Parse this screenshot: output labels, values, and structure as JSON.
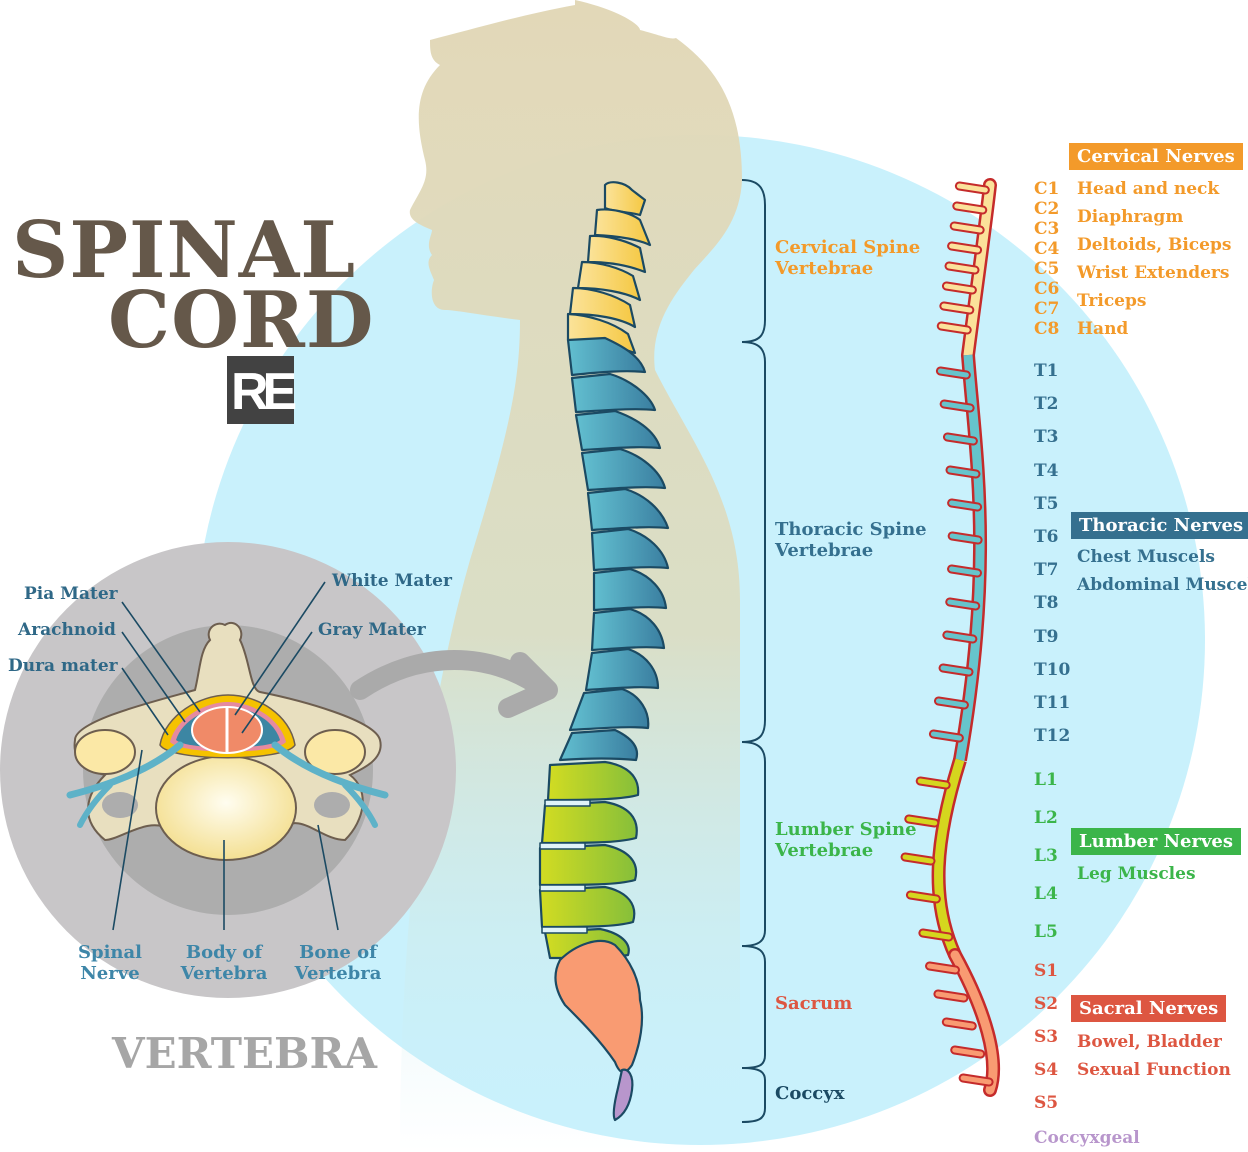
{
  "title": {
    "line1": "SPINAL",
    "line2": "CORD",
    "logo": "RE"
  },
  "vertebra_inset": {
    "title": "VERTEBRA",
    "labels": {
      "pia_mater": "Pia Mater",
      "arachnoid": "Arachnoid",
      "dura_mater": "Dura mater",
      "white_mater": "White Mater",
      "gray_mater": "Gray Mater",
      "spinal_nerve": [
        "Spinal",
        "Nerve"
      ],
      "body_of_vertebra": [
        "Body of",
        "Vertebra"
      ],
      "bone_of_vertebra": [
        "Bone of",
        "Vertebra"
      ]
    }
  },
  "spine_regions": [
    {
      "name": [
        "Cervical Spine",
        "Vertebrae"
      ],
      "color": "#f39a2a"
    },
    {
      "name": [
        "Thoracic Spine",
        "Vertebrae"
      ],
      "color": "#35708f"
    },
    {
      "name": [
        "Lumber Spine",
        "Vertebrae"
      ],
      "color": "#3bb54a"
    },
    {
      "name": [
        "Sacrum"
      ],
      "color": "#dd5641"
    },
    {
      "name": [
        "Coccyx"
      ],
      "color": "#1b4a63"
    }
  ],
  "nerve_groups": {
    "cervical": {
      "heading": "Cervical Nerves",
      "color": "#f39a2a",
      "codes": [
        "C1",
        "C2",
        "C3",
        "C4",
        "C5",
        "C6",
        "C7",
        "C8"
      ],
      "functions": [
        "Head and neck",
        "Diaphragm",
        "Deltoids, Biceps",
        "Wrist Extenders",
        "Triceps",
        "Hand"
      ]
    },
    "thoracic": {
      "heading": "Thoracic Nerves",
      "color": "#35708f",
      "codes": [
        "T1",
        "T2",
        "T3",
        "T4",
        "T5",
        "T6",
        "T7",
        "T8",
        "T9",
        "T10",
        "T11",
        "T12"
      ],
      "functions": [
        "Chest Muscels",
        "Abdominal Muscels"
      ]
    },
    "lumbar": {
      "heading": "Lumber Nerves",
      "color": "#3bb54a",
      "codes": [
        "L1",
        "L2",
        "L3",
        "L4",
        "L5"
      ],
      "functions": [
        "Leg Muscles"
      ]
    },
    "sacral": {
      "heading": "Sacral Nerves",
      "color": "#dd5641",
      "codes": [
        "S1",
        "S2",
        "S3",
        "S4",
        "S5"
      ],
      "functions": [
        "Bowel, Bladder",
        "Sexual Function"
      ]
    },
    "coccygeal": {
      "label": "Coccyxgeal",
      "color": "#b896cc"
    }
  },
  "colors": {
    "circle_bg": "#c9f1fc",
    "silhouette": "#e2d8b8",
    "inset_bg": "#c8c6c8",
    "cervical_bone": "#f8d46a",
    "thoracic_bone": "#4fa6be",
    "lumbar_bone": "#b7d432",
    "sacrum": "#f99b72",
    "coccyx": "#b896cc",
    "outline": "#1b4a63"
  }
}
